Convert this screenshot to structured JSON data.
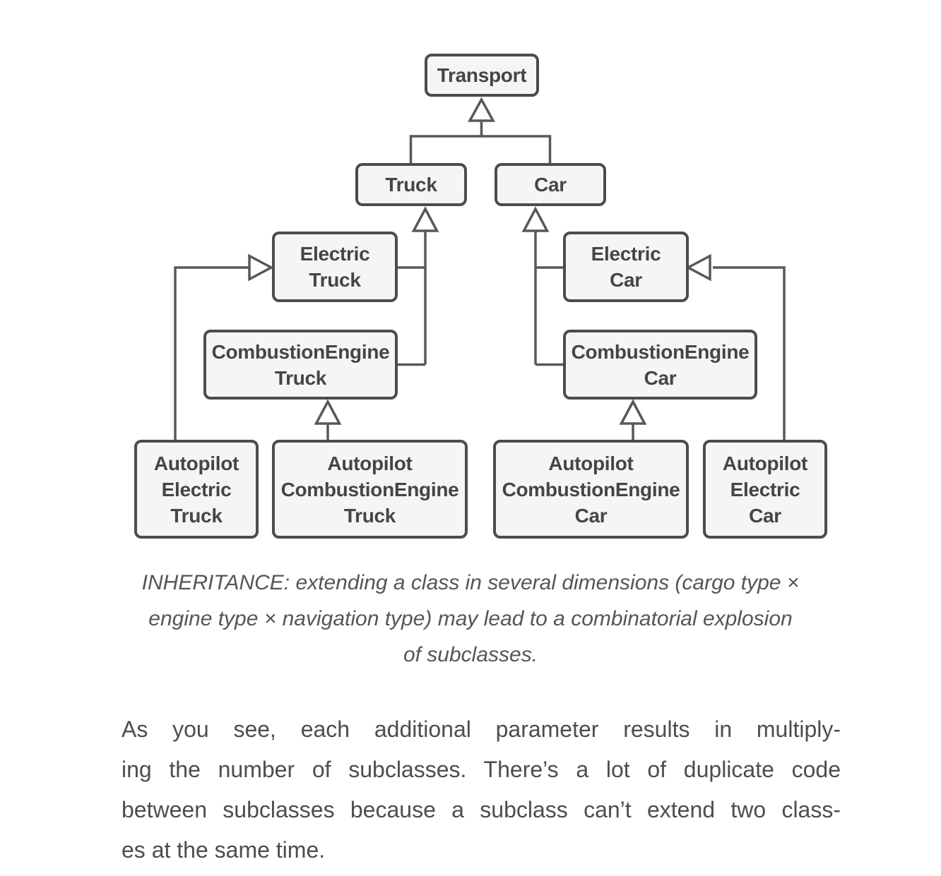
{
  "page": {
    "background": "#ffffff"
  },
  "colors": {
    "page_bg": "#ffffff",
    "node_fill": "#f5f5f5",
    "node_border": "#4c4c4c",
    "node_text": "#454545",
    "line": "#585858",
    "caption_text": "#555555",
    "body_text": "#4d4d4d"
  },
  "diagram": {
    "type": "uml-class-inheritance",
    "nodes": [
      {
        "id": "transport",
        "label": "Transport"
      },
      {
        "id": "truck",
        "label": "Truck"
      },
      {
        "id": "car",
        "label": "Car"
      },
      {
        "id": "electric-truck",
        "label": "Electric\nTruck"
      },
      {
        "id": "combustion-engine-truck",
        "label": "CombustionEngine\nTruck"
      },
      {
        "id": "electric-car",
        "label": "Electric\nCar"
      },
      {
        "id": "combustion-engine-car",
        "label": "CombustionEngine\nCar"
      },
      {
        "id": "autopilot-electric-truck",
        "label": "Autopilot\nElectric\nTruck"
      },
      {
        "id": "autopilot-combustion-engine-truck",
        "label": "Autopilot\nCombustionEngine\nTruck"
      },
      {
        "id": "autopilot-combustion-engine-car",
        "label": "Autopilot\nCombustionEngine\nCar"
      },
      {
        "id": "autopilot-electric-car",
        "label": "Autopilot\nElectric\nCar"
      }
    ],
    "edges": [
      {
        "child": "truck",
        "parent": "transport"
      },
      {
        "child": "car",
        "parent": "transport"
      },
      {
        "child": "electric-truck",
        "parent": "truck"
      },
      {
        "child": "combustion-engine-truck",
        "parent": "truck"
      },
      {
        "child": "electric-car",
        "parent": "car"
      },
      {
        "child": "combustion-engine-car",
        "parent": "car"
      },
      {
        "child": "autopilot-electric-truck",
        "parent": "electric-truck"
      },
      {
        "child": "autopilot-combustion-engine-truck",
        "parent": "combustion-engine-truck"
      },
      {
        "child": "autopilot-combustion-engine-car",
        "parent": "combustion-engine-car"
      },
      {
        "child": "autopilot-electric-car",
        "parent": "electric-car"
      }
    ]
  },
  "caption": {
    "lines": [
      "INHERITANCE: extending a class in several dimensions (cargo type ×",
      "engine type × navigation type) may lead to a combinatorial explosion",
      "of subclasses."
    ]
  },
  "body": {
    "lines": [
      "As you see, each additional parameter results in multiply-",
      "ing the number of subclasses. There’s a lot of duplicate code",
      "between subclasses because a subclass can’t extend two class-",
      "es at the same time."
    ]
  }
}
